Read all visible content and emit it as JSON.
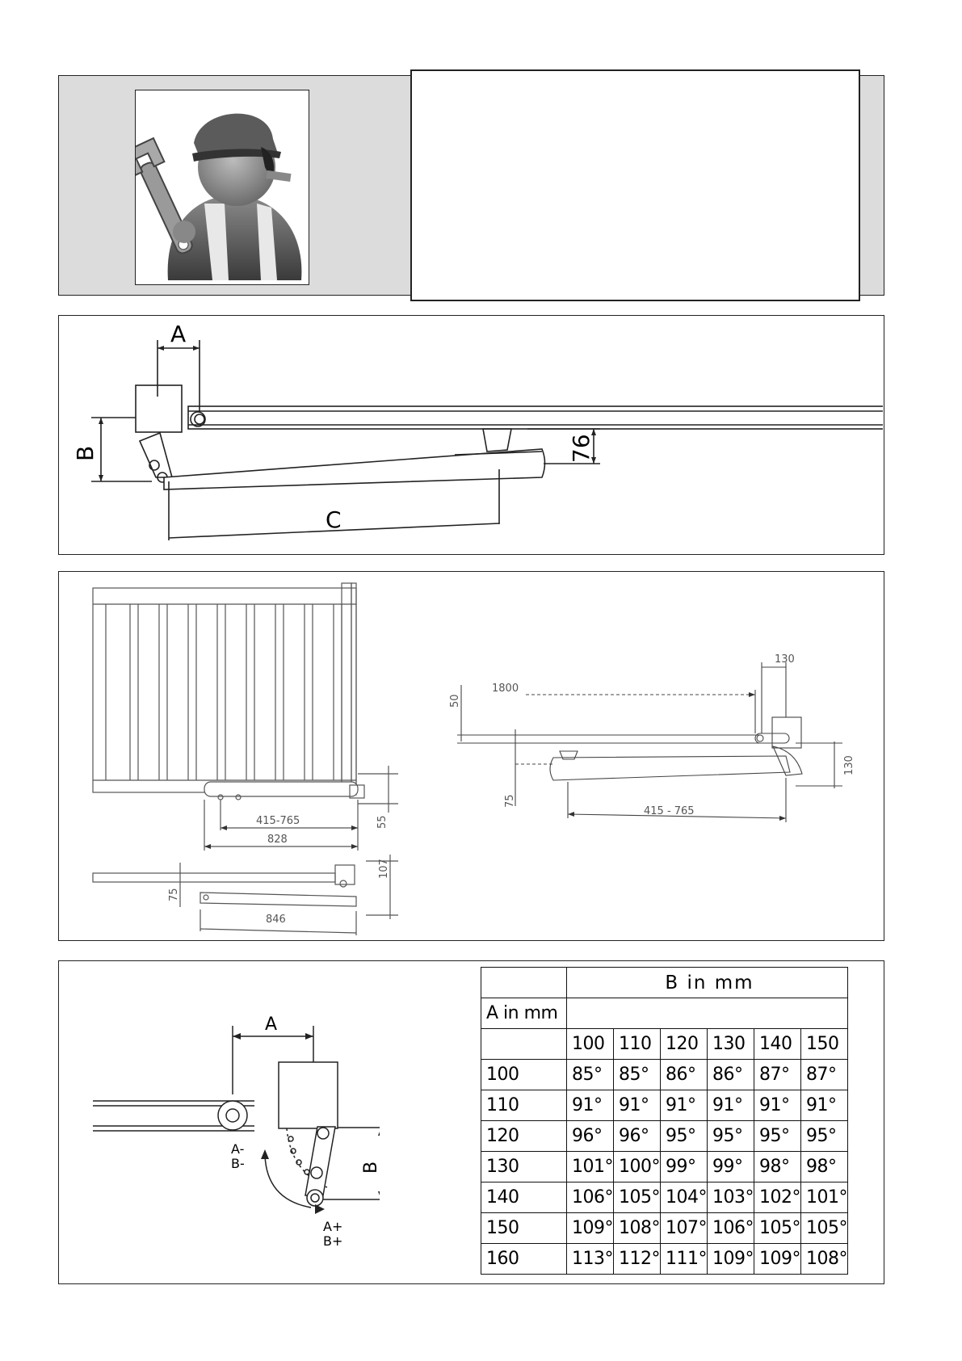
{
  "header": {
    "icon": "mechanic-with-wrench-icon"
  },
  "panel1": {
    "label_a": "A",
    "label_b": "B",
    "label_c": "C",
    "label_76": "76"
  },
  "panel2": {
    "left": {
      "range_label": "415-765",
      "length_label": "828",
      "height_label": "55",
      "offset_label": "75",
      "bottom_length_label": "846",
      "bracket_label": "107"
    },
    "right": {
      "label_130_top": "130",
      "label_1800": "1800",
      "label_50": "50",
      "label_75": "75",
      "label_range": "415 - 765",
      "label_130_side": "130"
    }
  },
  "panel3": {
    "diagram": {
      "label_a": "A",
      "label_b": "B",
      "label_a_minus": "A-",
      "label_b_minus": "B-",
      "label_a_plus": "A+",
      "label_b_plus": "B+"
    },
    "table": {
      "b_header": "B  in  mm",
      "a_header": "A  in  mm",
      "columns": [
        "100",
        "110",
        "120",
        "130",
        "140",
        "150"
      ],
      "rows": [
        {
          "a": "100",
          "values": [
            "85°",
            "85°",
            "86°",
            "86°",
            "87°",
            "87°"
          ]
        },
        {
          "a": "110",
          "values": [
            "91°",
            "91°",
            "91°",
            "91°",
            "91°",
            "91°"
          ]
        },
        {
          "a": "120",
          "values": [
            "96°",
            "96°",
            "95°",
            "95°",
            "95°",
            "95°"
          ]
        },
        {
          "a": "130",
          "values": [
            "101°",
            "100°",
            "99°",
            "99°",
            "98°",
            "98°"
          ]
        },
        {
          "a": "140",
          "values": [
            "106°",
            "105°",
            "104°",
            "103°",
            "102°",
            "101°"
          ]
        },
        {
          "a": "150",
          "values": [
            "109°",
            "108°",
            "107°",
            "106°",
            "105°",
            "105°"
          ]
        },
        {
          "a": "160",
          "values": [
            "113°",
            "112°",
            "111°",
            "109°",
            "109°",
            "108°"
          ]
        }
      ]
    }
  }
}
